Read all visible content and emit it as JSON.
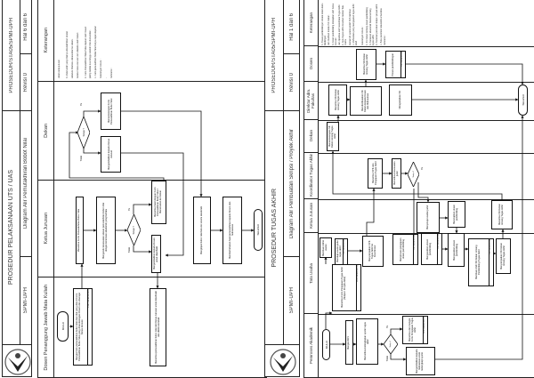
{
  "left_page": {
    "header": {
      "procedure": "PROSEDUR PELAKSANAAN UTS / UAS",
      "code": "PROSEDUR/STA05/SPMI-UPH",
      "org": "SPMI-UPH",
      "diagram_title": "Diagram Alir Pemutakhiran Bobot Nilai",
      "revision": "Revisi 0",
      "page": "Hal 6 dari 6"
    },
    "lanes": [
      "Dosen Penanggung Jawab Mata Kuliah",
      "Ketua Jurusan",
      "Dekan",
      "Keterangan"
    ],
    "start": "MULAI",
    "end": "SELESAI",
    "yes": "Ya",
    "no": "Tidak",
    "decision": "Setuju ?",
    "boxes": {
      "dosen_submit": "Mengisi form pemutakhiran bobot nilai dan nilai yang diisi di Form Pemutakhiran Bobot Nilai yang ditandatangani Dosen dan disetujui Ketua Jurusan",
      "dosen_form_code": "FUPT/SPMI/UPH/XX",
      "dosen_receive": "Menerima pemutakhiran bobot nilai dari Ketua Jurusan untuk diperbaiki dan dikirim kembali",
      "kajur_receive": "Menerima Form Pemutakhiran Bobot Nilai",
      "kajur_check": "Mengecek kesesuaian alasan pemutakhiran bobot nilai dengan ketentuan akademik yang berlaku",
      "kajur_forward": "Menerima hasil dengan Form Pemutakhiran Bobot Nilai / Meneruskan ke Dekan",
      "kajur_fix": "Mengembalikan kepada Dosen untuk diperbaiki",
      "kajur_input": "Menginput bobot nilai baru ke sistem akademik",
      "kajur_notify": "Memberitahukan hasil pemutakhiran kepada Dosen dan mahasiswa",
      "dekan_sign": "Menandatangani Form Pemutakhiran Bobot Nilai",
      "dekan_return": "Mengembalikan kepada Ketua Jurusan"
    },
    "keterangan": {
      "ref": "Referensi :",
      "ref_item": "-",
      "general": "Keterangan Umum :",
      "items": [
        "1. Form pemutakhiran Bobot Nilai hanya dapat diajukan",
        "   paling lambat dua minggu setelah nilai diumumkan.",
        "2. Form Pemutakhiran Bobot Nilai diajukan oleh Dosen",
        "   melalui Ketua Jurusan dan diketahui oleh Dekan",
        "   sebelum nilai baru dimasukkan ke sistem.",
        "3. Mata kuliah yang nilainya dimutakhirkan dicatat",
        "   dalam arsip jurusan."
      ]
    }
  },
  "right_page": {
    "header": {
      "procedure": "PROSEDUR TUGAS AKHIR",
      "code": "PROSEDUR/STA05/SPMI-UPH",
      "org": "SPMI-UPH",
      "diagram_title": "Diagram Alir Pembuatan Skripsi / Proyek Akhir",
      "revision": "Revisi 0",
      "page": "Hal 1 dari 6"
    },
    "lanes": [
      "Pemroses Akademik",
      "Tata Usaha",
      "Ketua Jurusan",
      "Koordinator Tugas Akhir",
      "Dekan",
      "Direktur Adm. Fakultas",
      "Dosen",
      "Keterangan"
    ],
    "start": "MULAI",
    "end": "SELESAI",
    "yes": "Ya",
    "no": "Tidak",
    "decision": "Setuju ?",
    "boxes": {
      "pa_krs": "Mengisi KRS",
      "pa_check": "Memeriksa kelengkapan syarat tugas akhir",
      "pa_accept": "Menerima dan mengisi Form Pengajuan Tugas Akhir",
      "pa_accept_code": "FUPT/SPMI/UPH/XX",
      "pa_reject": "Mengembalikan kepada mahasiswa untuk melengkapi syarat",
      "tu_receive_form": "Menerima Form Pengajuan Tugas Akhir (Skripsi / Proyek Akhir)",
      "tu_receive_code": "FUPT/SPMI/UPH/XX",
      "tu_list": "Membuat daftar usulan",
      "tu_recap": "Merekap usulan judul tugas akhir",
      "tu_recap_code": "FUPT/SPMI/UPH/XX",
      "tu_send_spk": "Menyampaikan SPK Tugas Akhir ke Koordinator",
      "tu_process": "Memproses pengajuan dosen pembimbing",
      "tu_process_code": "FUPT/SPMI/UPH/XX",
      "tu_assign": "Mengusulkan dosen pembimbing",
      "tu_assign_code": "FUPT/SPMI/UPH/XX",
      "tu_sk_draft": "Membuat draft SK Dekan tentang Pembimbing Tugas Akhir",
      "tu_sk_code": "FUPT/SPMI/UPH/XX",
      "tu_sk_send": "Menyampaikan SK Dekan tentang Tugas Akhir",
      "kajur_approve": "Menyetujui usulan judul",
      "kajur_assign": "Menetapkan dosen pembimbing",
      "kajur_sign": "Menerima SK Dekan tentang Tugas Akhir",
      "koor_receive": "Menerima SPK dan Pengajuan Tugas Akhir",
      "koor_check": "Memeriksa kesesuaian judul",
      "dekan_sign": "Menandatangani SK Dekan tentang Tugas Akhir",
      "dir_receive": "Menerima SK Dekan tentang Tugas Akhir",
      "dir_distribute": "Mendistribusikan SK Dekan kepada Dosen dan Mahasiswa",
      "dir_archive": "Mengarsipkan SK",
      "dosen_receive": "Menerima SK Dekan tentang Tugas Akhir",
      "dosen_guide": "Proses pembimbingan",
      "dosen_guide_code": "FUPT/SPMI/UPH/XX"
    },
    "keterangan": {
      "ref": "Referensi :",
      "items": [
        "1. Buku pedoman akademik universitas",
        "2. Pedoman penulisan skripsi / proyek akhir",
        "3. Peraturan akademik fakultas tentang tugas akhir",
        "4. SK Dekan tentang dosen pembimbing"
      ],
      "general": "Keterangan Umum :",
      "general_items": [
        "1. Mahasiswa yang mengajukan tugas akhir telah",
        "   memenuhi syarat jumlah SKS minimal.",
        "2. Judul tugas akhir diusulkan melalui Tata Usaha",
        "   dan diperiksa oleh Koordinator Tugas Akhir.",
        "3. Dosen pembimbing ditetapkan oleh Ketua Jurusan",
        "   dan disahkan melalui SK Dekan.",
        "4. Proses pembimbingan dicatat dalam kartu bimbingan."
      ]
    }
  }
}
